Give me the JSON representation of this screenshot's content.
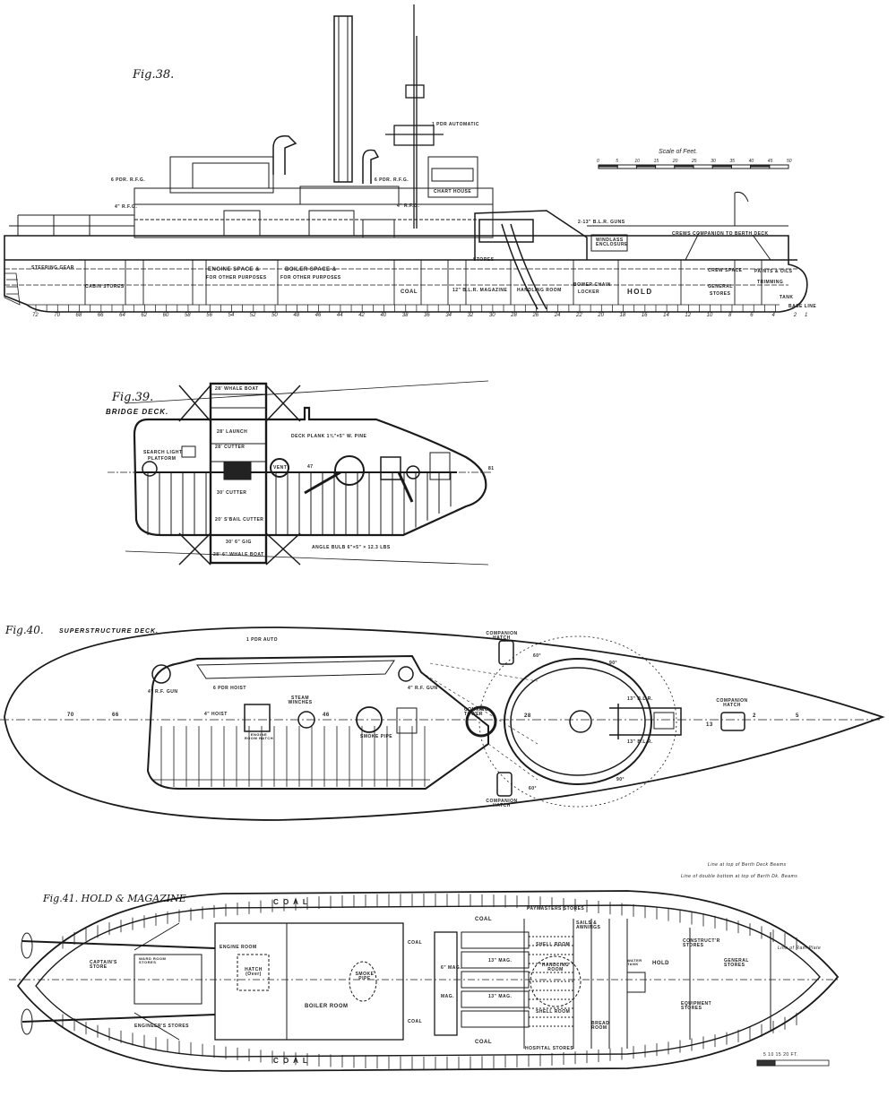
{
  "fig38": {
    "title": "Fig.38.",
    "scale_title": "Scale of Feet.",
    "scale_ticks": [
      "0",
      "5",
      "10",
      "15",
      "20",
      "25",
      "30",
      "35",
      "40",
      "45",
      "50"
    ],
    "frames": [
      "72",
      "70",
      "68",
      "66",
      "64",
      "62",
      "60",
      "58",
      "56",
      "54",
      "52",
      "50",
      "48",
      "46",
      "44",
      "42",
      "40",
      "38",
      "36",
      "34",
      "32",
      "30",
      "28",
      "26",
      "24",
      "22",
      "20",
      "18",
      "16",
      "14",
      "12",
      "10",
      "8",
      "6",
      "4",
      "2",
      "1"
    ],
    "labels": {
      "pdr_auto": "1 PDR AUTOMATIC",
      "pdr6_aft": "6 PDR. R.F.G.",
      "rfg4_aft": "4\" R.F.G.",
      "pdr6_fwd": "6 PDR. R.F.G.",
      "rfg4_fwd": "4\" R.F.G.",
      "chart_house": "CHART HOUSE",
      "guns13": "2-13\" B.L.R. GUNS",
      "windlass": "WINDLASS ENCLOSURE",
      "crews_companion": "CREWS COMPANION TO BERTH DECK",
      "steering": "STEERING GEAR",
      "cabin_stores": "CABIN STORES",
      "engine_space": "ENGINE SPACE &",
      "engine_space2": "FOR OTHER PURPOSES",
      "boiler_space": "BOILER SPACE &",
      "boiler_space2": "FOR OTHER PURPOSES",
      "coal": "COAL",
      "magazine": "12\" B.L.R. MAGAZINE",
      "handling": "HANDLING ROOM",
      "stores": "STORES",
      "bower": "BOWER CHAIN",
      "locker": "LOCKER",
      "hold": "HOLD",
      "crew_space": "CREW SPACE",
      "paints": "PAINTS & OILS",
      "trimming": "TRIMMING",
      "general": "GENERAL",
      "general2": "STORES",
      "tank": "TANK",
      "base_line": "BASE LINE"
    }
  },
  "fig39": {
    "title": "Fig.39.",
    "subtitle": "BRIDGE DECK.",
    "labels": {
      "whale_boat_top": "28' WHALE BOAT",
      "launch": "28' LAUNCH",
      "cutter28": "28' CUTTER",
      "deck_plank": "DECK PLANK 1¾\"×5\" W. PINE",
      "search_light": "SEARCH LIGHT",
      "platform": "PLATFORM",
      "vent": "VENT",
      "frame47": "47",
      "frame81": "81",
      "cutter30": "30' CUTTER",
      "sail_cutter": "20' S'BAIL CUTTER",
      "gig": "30' 6\" GIG",
      "whale_boat_bot": "28' 6\" WHALE BOAT",
      "angle_bulb": "ANGLE BULB 6\"×5\" × 12.3 LBS"
    }
  },
  "fig40": {
    "title": "Fig.40.",
    "subtitle": "SUPERSTRUCTURE DECK.",
    "labels": {
      "pdr_auto": "1 PDR AUTO",
      "rf_gun_aft": "4\" R.F. GUN",
      "rf_gun_fwd": "4\" R.F. GUN",
      "pdr_hoist": "6 PDR HOIST",
      "hoist4": "4\" HOIST",
      "steam_winches": "STEAM WINCHES",
      "engine_hatch": "ENGINE ROOM HATCH",
      "smoke_pipe": "SMOKE PIPE",
      "conning": "CONNING TOWER",
      "companion_top": "COMPANION HATCH",
      "companion_bot": "COMPANION HATCH",
      "companion_fwd": "COMPANION HATCH",
      "blr_top": "13\" B.L.R.",
      "blr_bot": "13\" B.L.R.",
      "f70": "70",
      "f66": "66",
      "f46": "46",
      "f28": "28",
      "f13": "13",
      "f2": "2",
      "f5": "5",
      "deg60a": "60°",
      "deg90a": "90°",
      "deg60b": "60°",
      "deg90b": "90°"
    }
  },
  "fig41": {
    "title": "Fig.41. HOLD & MAGAZINE",
    "labels": {
      "coal_top": "C O A L",
      "coal_bot": "C O A L",
      "coal_mid1": "COAL",
      "coal_mid2": "COAL",
      "coal_fwd_top": "COAL",
      "coal_fwd_bot": "COAL",
      "engine_room": "ENGINE ROOM",
      "captains": "CAPTAIN'S STORE",
      "ward_room": "WARD ROOM STORES",
      "hatch": "HATCH (Over)",
      "smoke_pipe": "SMOKE PIPE",
      "boiler_room": "BOILER ROOM",
      "engineers": "ENGINEER'S STORES",
      "paymasters": "PAYMASTERS STORES",
      "sails": "SAILS & AWNINGS",
      "shell_top": "SHELL ROOM",
      "handling": "HANDLING ROOM",
      "shell_bot": "SHELL ROOM",
      "mag1": "13\" MAG.",
      "mag2": "13\" MAG.",
      "mag3": "6\" MAG.",
      "mag4": "MAG.",
      "bread": "BREAD ROOM",
      "hospital": "HOSPITAL STORES",
      "hold": "HOLD",
      "water_tank": "WATER TANK",
      "construct": "CONSTRUCT'R STORES",
      "general": "GENERAL STORES",
      "equipment": "EQUIPMENT STORES",
      "line_berth": "Line at top of Berth Deck Beams",
      "line_double": "Line of double bottom at top of Berth Dk. Beams",
      "line_ram": "Line of Ram Plate",
      "scale": "5  10  15  20 FT."
    }
  }
}
